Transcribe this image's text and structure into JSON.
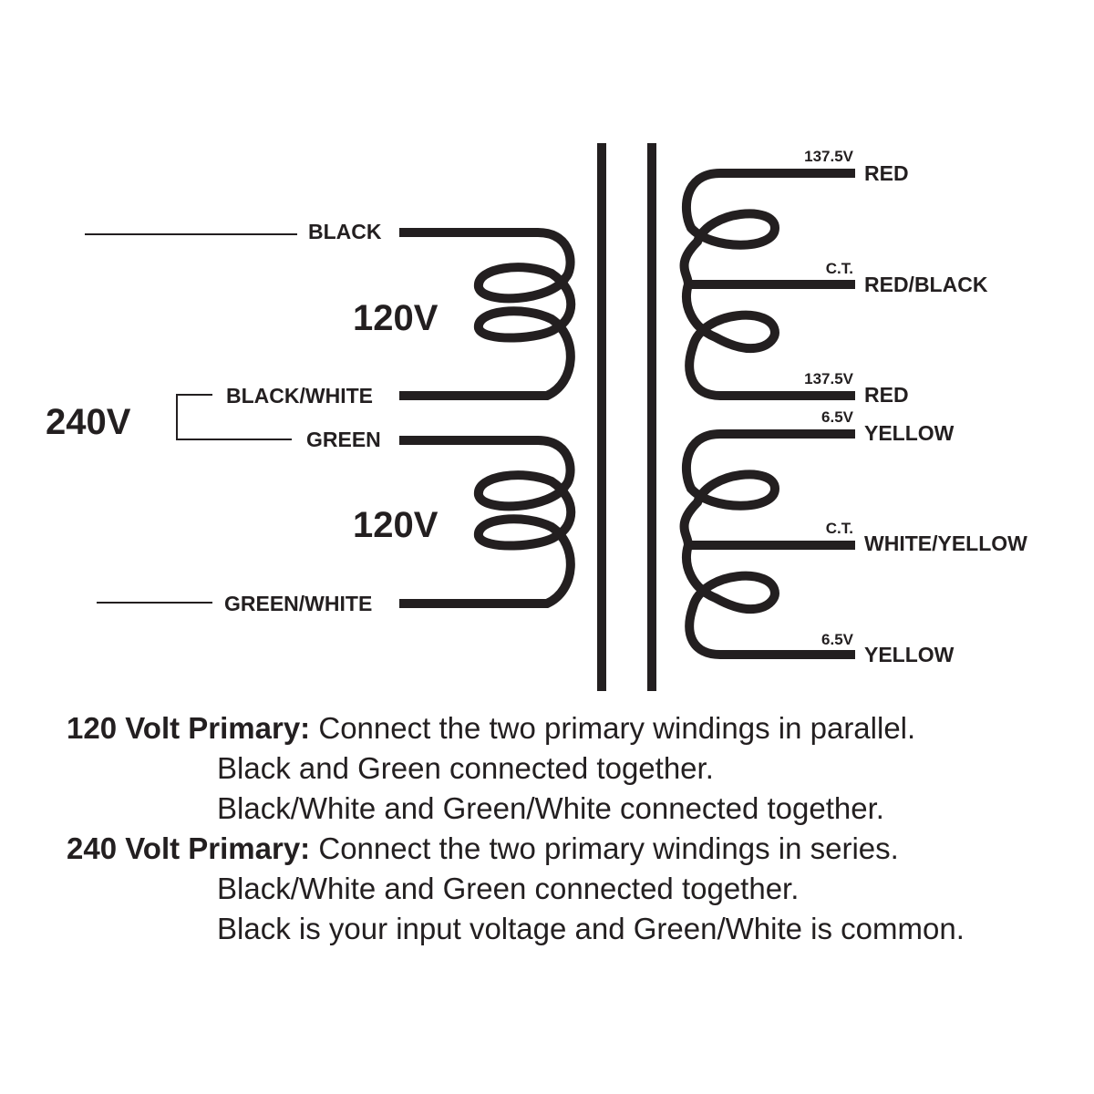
{
  "diagram": {
    "primary": {
      "voltage_total": "240V",
      "winding_top_voltage": "120V",
      "winding_bottom_voltage": "120V",
      "leads": {
        "black": "BLACK",
        "black_white": "BLACK/WHITE",
        "green": "GREEN",
        "green_white": "GREEN/WHITE"
      }
    },
    "secondary": {
      "high_voltage": {
        "top_tap": "137.5V",
        "top_color": "RED",
        "center_tap": "C.T.",
        "center_color": "RED/BLACK",
        "bottom_tap": "137.5V",
        "bottom_color": "RED"
      },
      "low_voltage": {
        "top_tap": "6.5V",
        "top_color": "YELLOW",
        "center_tap": "C.T.",
        "center_color": "WHITE/YELLOW",
        "bottom_tap": "6.5V",
        "bottom_color": "YELLOW"
      }
    }
  },
  "notes": {
    "p120": {
      "heading": "120 Volt Primary:",
      "text": "Connect the two primary windings in parallel.",
      "line2": "Black and Green connected together.",
      "line3": "Black/White and Green/White connected together."
    },
    "p240": {
      "heading": "240 Volt Primary:",
      "text": "Connect the two primary windings in series.",
      "line2": "Black/White and Green connected together.",
      "line3": "Black is your input voltage and Green/White is common."
    }
  }
}
